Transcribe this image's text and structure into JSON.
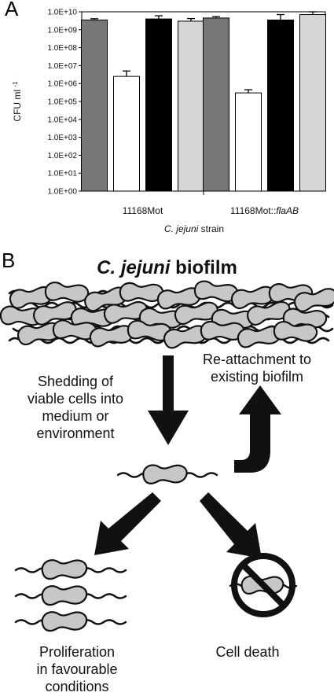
{
  "panels": {
    "a": "A",
    "b": "B"
  },
  "chart_data": {
    "type": "bar",
    "ylabel": "CFU ml",
    "ylabel_sup": "-1",
    "xlabel_italic": "C. jejuni",
    "xlabel_rest": " strain",
    "yscale": "log",
    "ylim": [
      1,
      10000000000
    ],
    "yticks": [
      "1.0E+00",
      "1.0E+01",
      "1.0E+02",
      "1.0E+03",
      "1.0E+04",
      "1.0E+05",
      "1.0E+06",
      "1.0E+07",
      "1.0E+08",
      "1.0E+09",
      "1.0E+10"
    ],
    "categories": [
      {
        "plain": "11168Mot",
        "italic": ""
      },
      {
        "plain": "11168Mot::",
        "italic": "flaAB"
      }
    ],
    "bar_colors": [
      "#777777",
      "#ffffff",
      "#000000",
      "#d6d6d6"
    ],
    "groups": [
      {
        "values": [
          3500000000,
          2500000,
          4000000000,
          3000000000
        ],
        "errors": [
          600000000,
          2500000,
          2000000000,
          1200000000
        ]
      },
      {
        "values": [
          4500000000,
          300000,
          3500000000,
          7000000000
        ],
        "errors": [
          900000000,
          150000,
          3500000000,
          3000000000
        ]
      }
    ]
  },
  "diagram": {
    "title_italic": "C. jejuni",
    "title_rest": " biofilm",
    "shedding": [
      "Shedding of",
      "viable cells into",
      "medium or",
      "environment"
    ],
    "reattach": [
      "Re-attachment to",
      "existing biofilm"
    ],
    "proliferation": [
      "Proliferation",
      "in favourable",
      "conditions"
    ],
    "death": [
      "Cell death"
    ]
  }
}
